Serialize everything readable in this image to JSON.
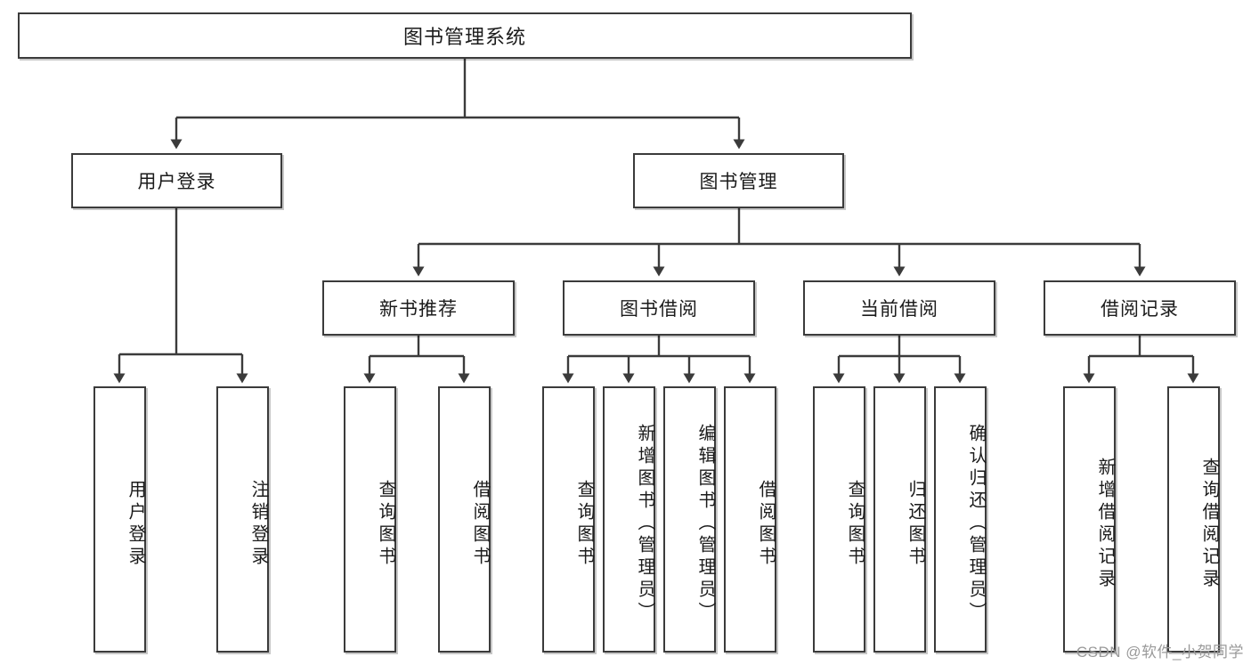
{
  "diagram": {
    "title": "图书管理系统",
    "watermark": "CSDN @软件_小贺同学",
    "levels": {
      "root": {
        "label": "图书管理系统"
      },
      "level2": [
        {
          "label": "用户登录"
        },
        {
          "label": "图书管理"
        }
      ],
      "level3": [
        {
          "label": "新书推荐"
        },
        {
          "label": "图书借阅"
        },
        {
          "label": "当前借阅"
        },
        {
          "label": "借阅记录"
        }
      ],
      "leaves": [
        {
          "label": "用户登录",
          "parent": "用户登录"
        },
        {
          "label": "注销登录",
          "parent": "用户登录"
        },
        {
          "label": "查询图书",
          "parent": "新书推荐"
        },
        {
          "label": "借阅图书",
          "parent": "新书推荐"
        },
        {
          "label": "查询图书",
          "parent": "图书借阅"
        },
        {
          "label": "新增图书（管理员）",
          "parent": "图书借阅"
        },
        {
          "label": "编辑图书（管理员）",
          "parent": "图书借阅"
        },
        {
          "label": "借阅图书",
          "parent": "图书借阅"
        },
        {
          "label": "查询图书",
          "parent": "当前借阅"
        },
        {
          "label": "归还图书",
          "parent": "当前借阅"
        },
        {
          "label": "确认归还（管理员）",
          "parent": "当前借阅"
        },
        {
          "label": "新增借阅记录",
          "parent": "借阅记录"
        },
        {
          "label": "查询借阅记录",
          "parent": "借阅记录"
        }
      ]
    },
    "colors": {
      "stroke": "#3b3b3b",
      "fill": "#ffffff",
      "text": "#1b1b1b",
      "watermark": "#9a9a9a"
    }
  }
}
